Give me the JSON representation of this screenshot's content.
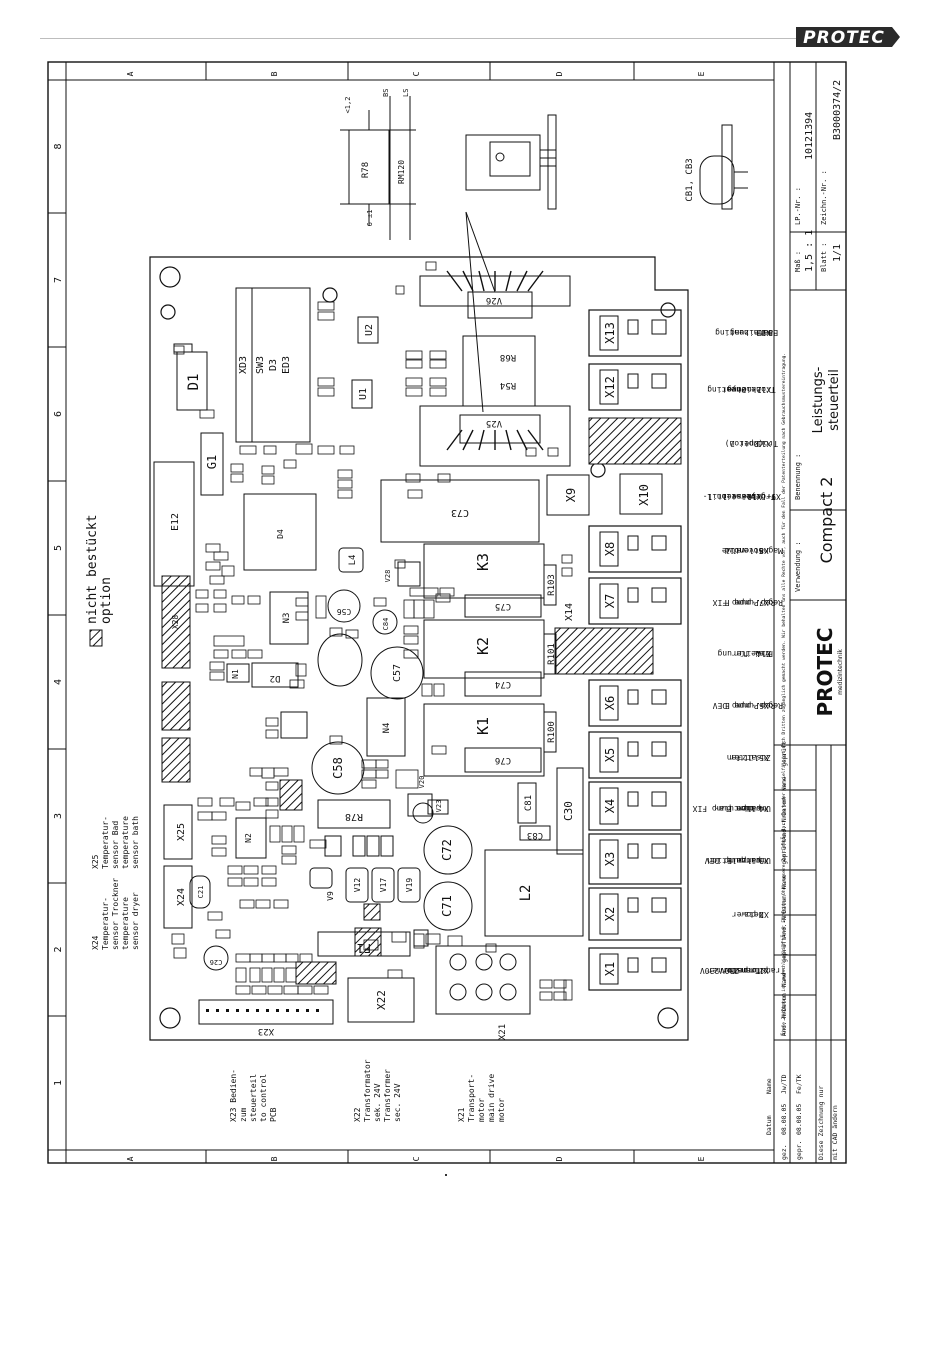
{
  "brand": {
    "name": "PROTEC"
  },
  "frame": {
    "row_letters": [
      "A",
      "B",
      "C",
      "D",
      "E"
    ],
    "column_numbers": [
      "1",
      "2",
      "3",
      "4",
      "5",
      "6",
      "7",
      "8"
    ]
  },
  "legend": {
    "line1": "nicht bestückt",
    "line2": "option"
  },
  "connectors_left": [
    {
      "name": "X25",
      "lines": [
        "X25",
        "Temperatur-",
        "sensor Bad",
        "temperature",
        "sensor bath"
      ]
    },
    {
      "name": "X24",
      "lines": [
        "X24",
        "Temperatur-",
        "sensor Trockner",
        "temperature",
        "sensor dryer"
      ]
    },
    {
      "name": "X23",
      "lines": [
        "X23 Bedien-",
        "zum",
        "steuerteil",
        "to control",
        "PCB"
      ]
    },
    {
      "name": "X22",
      "lines": [
        "X22",
        "Transformator",
        "sek. 24V",
        "Transformer",
        "sec. 24V"
      ]
    },
    {
      "name": "X21",
      "lines": [
        "X21",
        "Transport-",
        "motor",
        "main drive",
        "motor"
      ]
    }
  ],
  "connectors_right": [
    {
      "name": "X13",
      "lines": [
        "X13",
        "Badheizung",
        "Bath heating"
      ]
    },
    {
      "name": "X12",
      "lines": [
        "X12",
        "Trockner-",
        "heizung",
        "Dryer",
        "heating"
      ]
    },
    {
      "name": "X11",
      "lines": [
        "X11",
        "Trockner 2",
        "(Option)"
      ]
    },
    {
      "name": "X9+X10",
      "lines": [
        "X9+ X10",
        "Trockner-",
        "gebläse 1",
        "Dryer ventil-",
        "ation 1"
      ]
    },
    {
      "name": "X8",
      "lines": [
        "X8",
        "Magnetventil",
        "Solenoid",
        "valve"
      ]
    },
    {
      "name": "X7",
      "lines": [
        "X7",
        "Reg.-Pumpe F",
        "Rep.-pump FIX"
      ]
    },
    {
      "name": "X14",
      "lines": [
        "X14",
        "Frei für",
        "Erweiterung"
      ]
    },
    {
      "name": "X6",
      "lines": [
        "X6",
        "Reg.-Pumpe E",
        "Rep.-pump DEV"
      ]
    },
    {
      "name": "X5",
      "lines": [
        "X5",
        "Zusatz-",
        "lüfter",
        "fan"
      ]
    },
    {
      "name": "X4",
      "lines": [
        "X4",
        "Umwälz-",
        "pumpe F",
        "circula-",
        "tion pump FIX"
      ]
    },
    {
      "name": "X3",
      "lines": [
        "X3",
        "Umwälz-",
        "pumpe E",
        "circulation",
        "pump DEV"
      ]
    },
    {
      "name": "X2",
      "lines": [
        "X2",
        "Netz",
        "power"
      ]
    },
    {
      "name": "X1",
      "lines": [
        "X1",
        "Transformator",
        "prim. 230V",
        "Transformer",
        "prim. 230V"
      ]
    }
  ],
  "pcb_labels": {
    "D1": "D1",
    "D2": "D2",
    "D3": "D3",
    "D4": "D4",
    "XD3": "XD3",
    "SW3": "SW3",
    "ED3": "ED3",
    "G1": "G1",
    "E12": "E12",
    "U1": "U1",
    "U2": "U2",
    "V25": "V25",
    "V26": "V26",
    "R54": "R54",
    "R68": "R68",
    "R78": "R78",
    "RM120": "RM120",
    "C73": "C73",
    "C75": "C75",
    "C74": "C74",
    "C76": "C76",
    "K1": "K1",
    "K2": "K2",
    "K3": "K3",
    "R101": "R101",
    "R103": "R103",
    "R100": "R100",
    "X14": "X14",
    "C56": "C56",
    "C57": "C57",
    "C58": "C58",
    "C84": "C84",
    "C81": "C81",
    "C83": "C83",
    "C30": "C30",
    "L2": "L2",
    "L4": "L4",
    "C71": "C71",
    "C72": "C72",
    "F1": "F1",
    "N1": "N1",
    "N2": "N2",
    "N3": "N3",
    "N4": "N4",
    "X21": "X21",
    "X22": "X22",
    "X23": "X23",
    "X24": "X24",
    "X25": "X25",
    "X28": "X28",
    "X1": "X1",
    "X2": "X2",
    "X3": "X3",
    "X4": "X4",
    "X5": "X5",
    "X6": "X6",
    "X7": "X7",
    "X8": "X8",
    "X9": "X9",
    "X10": "X10",
    "X12": "X12",
    "X13": "X13",
    "C26": "C26",
    "C21": "C21",
    "V12": "V12",
    "V17": "V17",
    "V19": "V19",
    "V9": "V9",
    "V20": "V20",
    "V23": "V23",
    "V28": "V28",
    "CB1_CB3": "CB1, CB3",
    "BS": "BS",
    "LS": "LS",
    "dim_top": "<1,2",
    "dim_bottom": "6 ±1"
  },
  "title_block": {
    "massstab_label": "Maß :",
    "massstab_value": "1,5 : 1",
    "blatt_label": "Blatt :",
    "blatt_value": "1/1",
    "lp_label": "LP.-Nr. :",
    "lp_value": "10121394",
    "zeichn_label": "Zeichn.-Nr. :",
    "zeichn_value": "B3000374/2",
    "benennung_label": "Benennung :",
    "benennung_value_1": "Leistungs-",
    "benennung_value_2": "steuerteil",
    "verwendung_label": "Verwendung :",
    "verwendung_value": "Compact 2",
    "logo_text": "PROTEC",
    "logo_sub": "medizintechnik",
    "copyright": "Diese Zeichnung ist ausschließlich unser Eigentum. Ohne unsere Zustimmung darf sie weder vervielfältigt noch Dritten zugänglich gemacht werden. Wir behalten uns alle Rechte vor, auch für den Fall der Patenterteilung nach Gebrauchsmustereintragung.",
    "rev_headers": [
      "Änd.-Nr.",
      "Datum",
      "Name",
      "geprüft",
      "Änd.-Nr.",
      "Datum",
      "Name",
      "geprüft",
      "Änd.-Nr.",
      "Datum",
      "Name",
      "geprüft"
    ],
    "gez_label": "gez.",
    "gez_date": "08.08.05",
    "gez_name": "Jw/TD",
    "gepr_label": "gepr.",
    "gepr_date": "08.08.05",
    "gepr_name": "Fe/TK",
    "datum_label": "Datum",
    "name_label": "Name",
    "note": "Diese Zeichnung nur",
    "note2": "mit CAD ändern"
  }
}
